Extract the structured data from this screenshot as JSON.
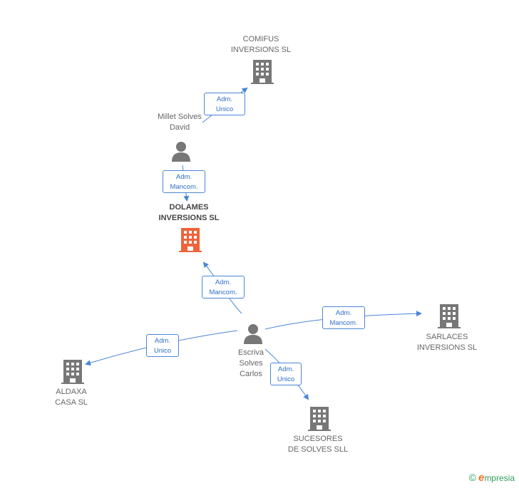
{
  "nodes": {
    "comifus": {
      "line1": "COMIFUS",
      "line2": "INVERSIONS SL"
    },
    "millet": {
      "line1": "Millet Solves",
      "line2": "David"
    },
    "dolames": {
      "line1": "DOLAMES",
      "line2": "INVERSIONS SL"
    },
    "escriva": {
      "line1": "Escriva",
      "line2": "Solves",
      "line3": "Carlos"
    },
    "sarlaces": {
      "line1": "SARLACES",
      "line2": "INVERSIONS SL"
    },
    "aldaxa": {
      "line1": "ALDAXA",
      "line2": "CASA SL"
    },
    "sucesores": {
      "line1": "SUCESORES",
      "line2": "DE SOLVES SLL"
    }
  },
  "relations": {
    "millet_comifus": {
      "line1": "Adm.",
      "line2": "Unico"
    },
    "millet_dolames": {
      "line1": "Adm.",
      "line2": "Mancom."
    },
    "escriva_dolames": {
      "line1": "Adm.",
      "line2": "Mancom."
    },
    "escriva_sarlaces": {
      "line1": "Adm.",
      "line2": "Mancom."
    },
    "escriva_aldaxa": {
      "line1": "Adm.",
      "line2": "Unico"
    },
    "escriva_sucesores": {
      "line1": "Adm.",
      "line2": "Unico"
    }
  },
  "colors": {
    "edge": "#4a86d6",
    "company": "#777777",
    "focus_company": "#f0633a",
    "person": "#777777"
  },
  "watermark": {
    "copyright": "©",
    "brand_initial": "e",
    "brand_rest": "mpresia"
  }
}
